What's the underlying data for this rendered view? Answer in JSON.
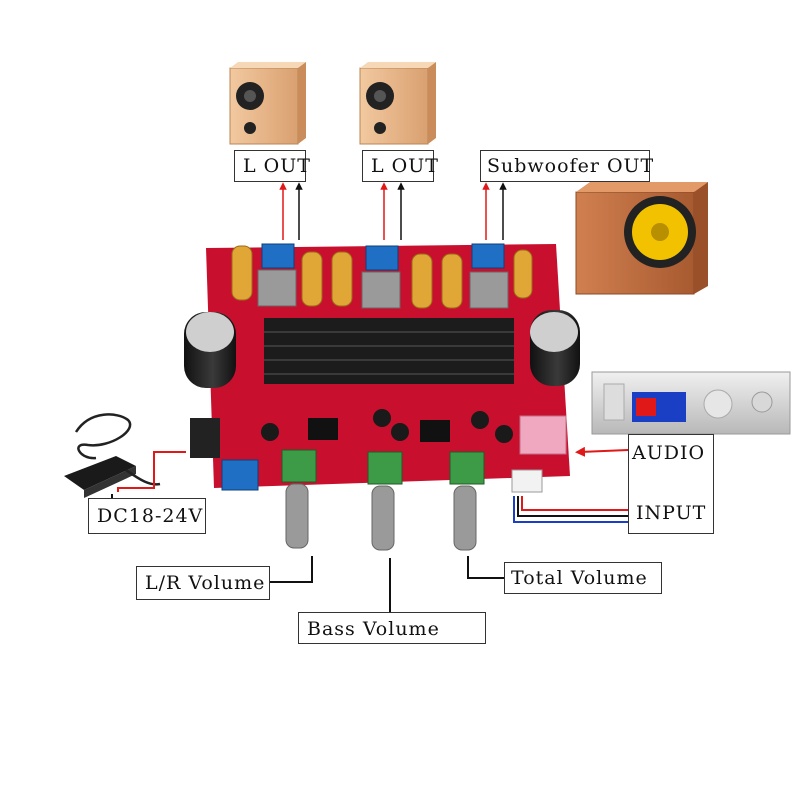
{
  "labels": {
    "l_out_1": "L OUT",
    "l_out_2": "L OUT",
    "subwoofer_out": "Subwoofer OUT",
    "dc_power": "DC18-24V",
    "audio": "AUDIO",
    "input": "INPUT",
    "lr_volume": "L/R Volume",
    "bass_volume": "Bass Volume",
    "total_volume": "Total Volume"
  },
  "colors": {
    "board": "#c8102e",
    "heatsink": "#1c1c1c",
    "terminal": "#1f6fc4",
    "potentiometer": "#3d9b47",
    "wire_positive": "#e01818",
    "wire_negative": "#111111",
    "wire_blue": "#1a3ec4",
    "speaker_wood": "#e8b98a",
    "subwoofer_cone": "#f2c200"
  },
  "icons": [
    "bookshelf-speaker-icon",
    "subwoofer-icon",
    "power-adapter-icon",
    "audio-player-icon",
    "amplifier-board-icon"
  ]
}
